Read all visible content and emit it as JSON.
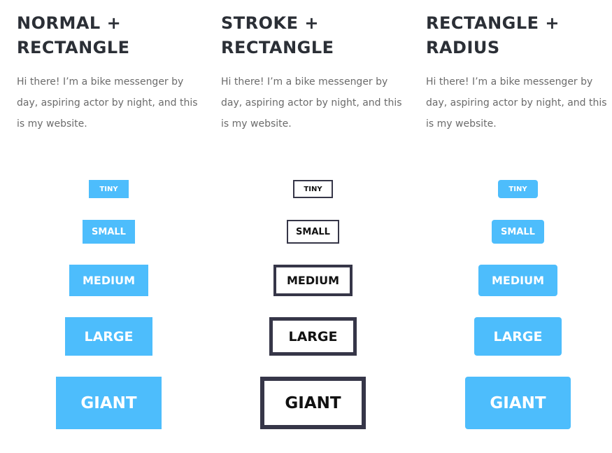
{
  "columns": [
    {
      "title_line1": "NORMAL +",
      "title_line2": "RECTANGLE",
      "text": "Hi there! I’m a bike messenger by day, aspiring actor by night, and this is my website."
    },
    {
      "title_line1": "STROKE +",
      "title_line2": "RECTANGLE",
      "text": "Hi there! I’m a bike messenger by day, aspiring actor by night, and this is my website."
    },
    {
      "title_line1": "RECTANGLE +",
      "title_line2": "RADIUS",
      "text": "Hi there! I’m a bike messenger by day, aspiring actor by night, and this is my website."
    }
  ],
  "buttons": {
    "tiny": "TINY",
    "small": "SMALL",
    "medium": "MEDIUM",
    "large": "LARGE",
    "giant": "GIANT"
  },
  "colors": {
    "accent": "#4dbdfc",
    "stroke": "#363648",
    "heading": "#2b2f36"
  }
}
